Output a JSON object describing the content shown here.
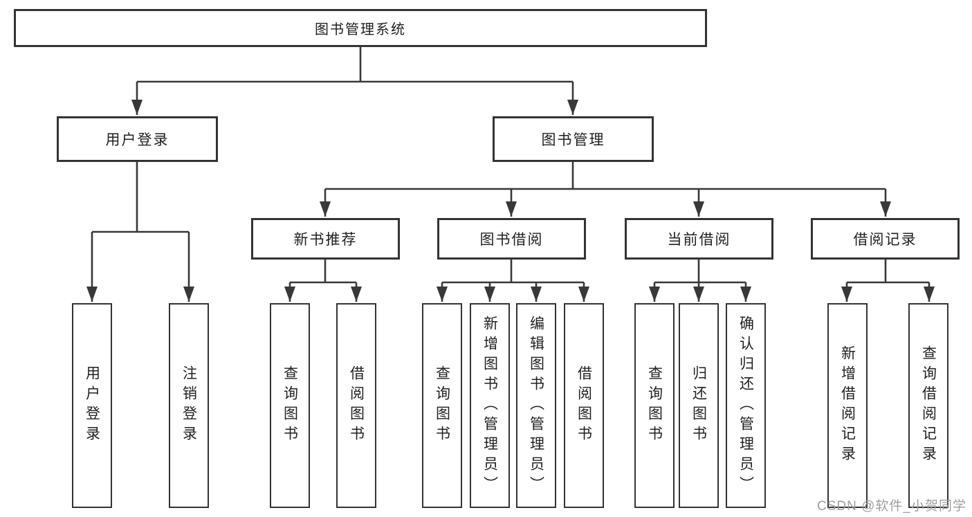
{
  "diagram": {
    "title": "图书管理系统",
    "root": {
      "label": "图书管理系统"
    },
    "level2": [
      {
        "id": "user-login",
        "label": "用户登录"
      },
      {
        "id": "book-management",
        "label": "图书管理"
      }
    ],
    "level3": [
      {
        "id": "new-book-recommend",
        "label": "新书推荐"
      },
      {
        "id": "book-borrow",
        "label": "图书借阅"
      },
      {
        "id": "current-borrow",
        "label": "当前借阅"
      },
      {
        "id": "borrow-records",
        "label": "借阅记录"
      }
    ],
    "leaves": [
      {
        "id": "user-login-leaf",
        "label": "用户登录",
        "parent": "用户登录"
      },
      {
        "id": "logout",
        "label": "注销登录",
        "parent": "用户登录"
      },
      {
        "id": "query-books-recommend",
        "label": "查询图书",
        "parent": "新书推荐"
      },
      {
        "id": "borrow-books-recommend",
        "label": "借阅图书",
        "parent": "新书推荐"
      },
      {
        "id": "query-books-borrow",
        "label": "查询图书",
        "parent": "图书借阅"
      },
      {
        "id": "add-book-admin",
        "label": "新增图书（管理员）",
        "parent": "图书借阅"
      },
      {
        "id": "edit-book-admin",
        "label": "编辑图书（管理员）",
        "parent": "图书借阅"
      },
      {
        "id": "borrow-books-borrow",
        "label": "借阅图书",
        "parent": "图书借阅"
      },
      {
        "id": "query-books-current",
        "label": "查询图书",
        "parent": "当前借阅"
      },
      {
        "id": "return-book",
        "label": "归还图书",
        "parent": "当前借阅"
      },
      {
        "id": "confirm-return-admin",
        "label": "确认归还（管理员）",
        "parent": "当前借阅"
      },
      {
        "id": "add-borrow-record",
        "label": "新增借阅记录",
        "parent": "借阅记录"
      },
      {
        "id": "query-borrow-record",
        "label": "查询借阅记录",
        "parent": "借阅记录"
      }
    ]
  },
  "watermark": "CSDN @软件_小贺同学",
  "colors": {
    "line": "#383838",
    "box_border": "#333333",
    "text": "#1f1f1f",
    "watermark": "#9e9e9e",
    "background": "#ffffff"
  }
}
